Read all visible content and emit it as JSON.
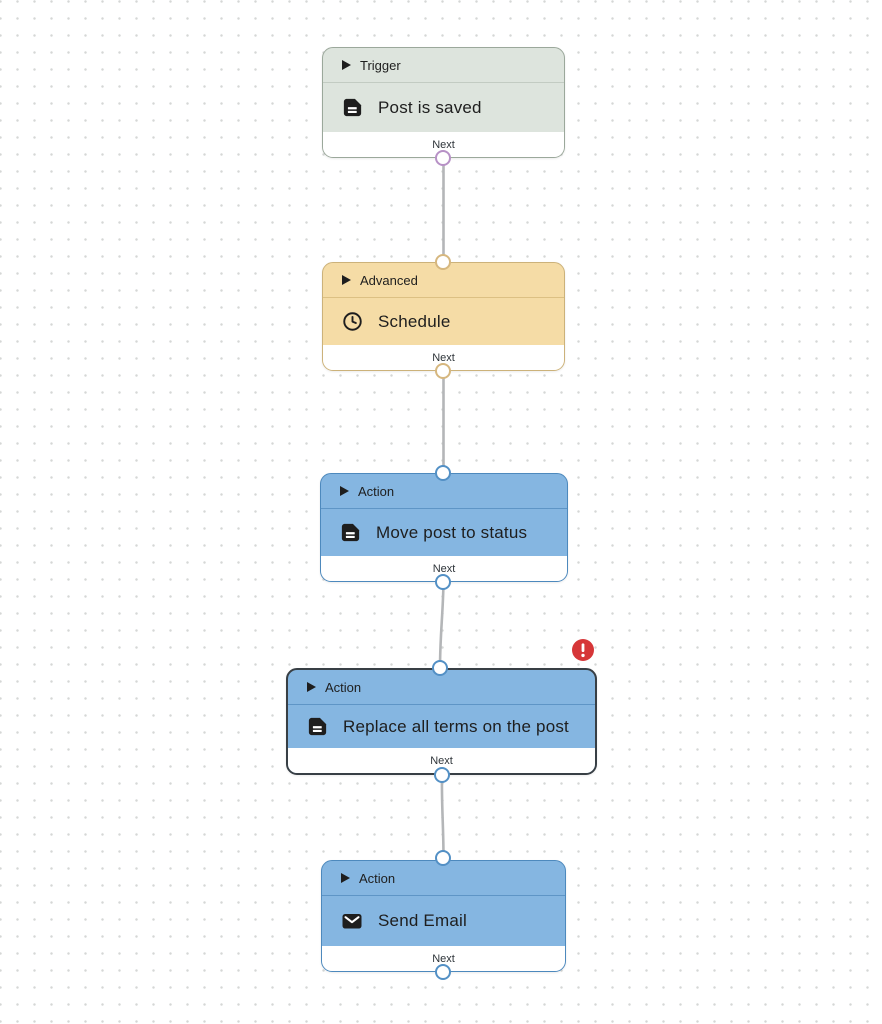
{
  "canvas": {
    "dot_color": "#d5d7d6",
    "edge_color": "#b4b6b8"
  },
  "theme": {
    "trigger_bg": "#dde4dd",
    "trigger_border": "#9ba89b",
    "trigger_port": "#b791c6",
    "advanced_bg": "#f5dca6",
    "advanced_border": "#ccb27a",
    "advanced_port": "#d6b77f",
    "action_bg": "#85b6e1",
    "action_border": "#4d89bd",
    "action_port": "#5390c5",
    "selected_border": "#383f45",
    "error_red": "#d63638",
    "text_color": "#1e1e1e"
  },
  "nodes": [
    {
      "category": "Trigger",
      "title": "Post is saved",
      "icon": "post-icon",
      "footer_label": "Next",
      "error": false,
      "selected": false
    },
    {
      "category": "Advanced",
      "title": "Schedule",
      "icon": "clock-icon",
      "footer_label": "Next",
      "error": false,
      "selected": false
    },
    {
      "category": "Action",
      "title": "Move post to status",
      "icon": "post-icon",
      "footer_label": "Next",
      "error": false,
      "selected": false
    },
    {
      "category": "Action",
      "title": "Replace all terms on the post",
      "icon": "post-icon",
      "footer_label": "Next",
      "error": true,
      "selected": true
    },
    {
      "category": "Action",
      "title": "Send Email",
      "icon": "email-icon",
      "footer_label": "Next",
      "error": false,
      "selected": false
    }
  ]
}
